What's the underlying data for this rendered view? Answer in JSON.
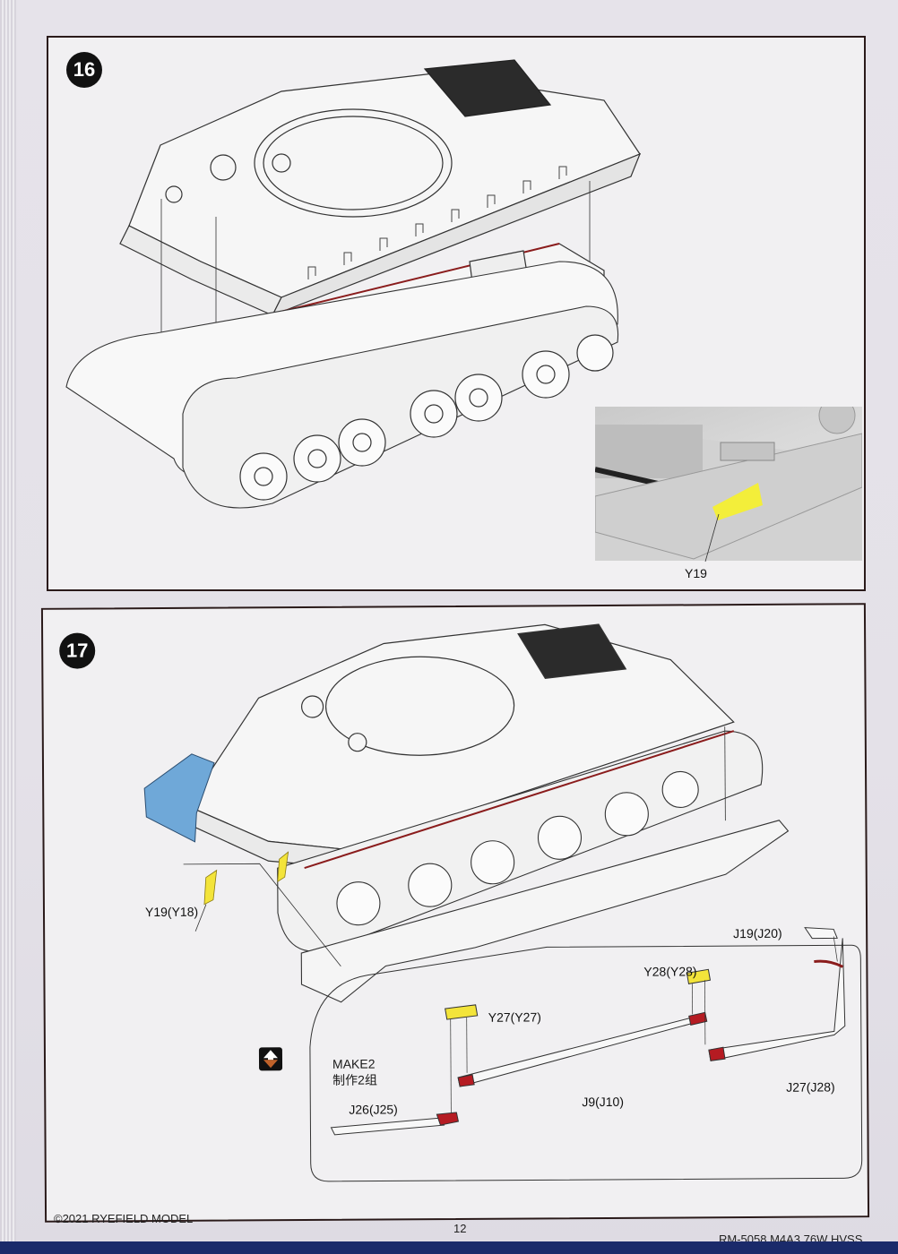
{
  "page": {
    "number": "12",
    "copyright": "©2021 RYEFIELD MODEL",
    "product_code": "RM-5058 M4A3 76W HVSS"
  },
  "steps": [
    {
      "number": "16",
      "subject": "Upper hull placed onto lower hull with tracks",
      "inset": {
        "callout": "Y19",
        "highlight_color": "#f3ee3a"
      }
    },
    {
      "number": "17",
      "subject": "Rear fender and side fender assembly",
      "callouts": {
        "rear_bracket": "Y19(Y18)",
        "fender_end": "J19(J20)",
        "decal_front": "Y27(Y27)",
        "decal_rear": "Y28(Y28)",
        "fender_long": "J9(J10)",
        "fender_rear": "J27(J28)",
        "fender_front": "J26(J25)"
      },
      "sub_assembly": {
        "make_label": "MAKE2",
        "make_label_cn": "制作2组",
        "flip_icon": "flip-vertical-icon"
      },
      "colors": {
        "photo_etch_yellow": "#f3e43a",
        "glue_red": "#b51b22",
        "new_part_blue": "#6fa8d8",
        "hull_outline_red": "#8a1c1c"
      }
    }
  ]
}
